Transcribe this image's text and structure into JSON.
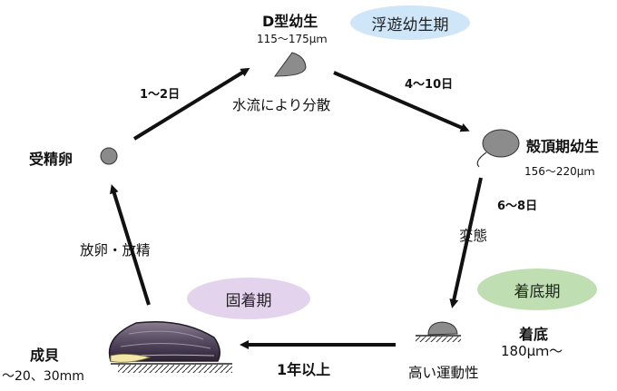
{
  "stages": {
    "d_larva": {
      "name": "D型幼生",
      "size": "115～175μｍ"
    },
    "umbo_larva": {
      "name": "殻頂期幼生",
      "size": "156～220μｍ"
    },
    "settlement": {
      "name": "着底",
      "size": "180μｍ～"
    },
    "adult": {
      "name": "成貝",
      "size": "～20、30mm"
    },
    "fertilized_egg": {
      "name": "受精卵"
    }
  },
  "transitions": {
    "egg_to_d": {
      "duration": "1～2日"
    },
    "d_to_umbo": {
      "duration": "4～10日"
    },
    "umbo_to_settle": {
      "duration": "6～8日",
      "note": "変態"
    },
    "settle_to_adult": {
      "duration": "1年以上"
    },
    "adult_to_egg": {
      "note": "放卵・放精"
    }
  },
  "notes": {
    "dispersal": "水流により分散",
    "mobility": "高い運動性"
  },
  "phases": {
    "planktonic": {
      "label": "浮遊幼生期",
      "color": "#cfe5f8"
    },
    "settling": {
      "label": "着底期",
      "color": "#bfdfb3"
    },
    "sessile": {
      "label": "固着期",
      "color": "#e4d3ec"
    }
  }
}
